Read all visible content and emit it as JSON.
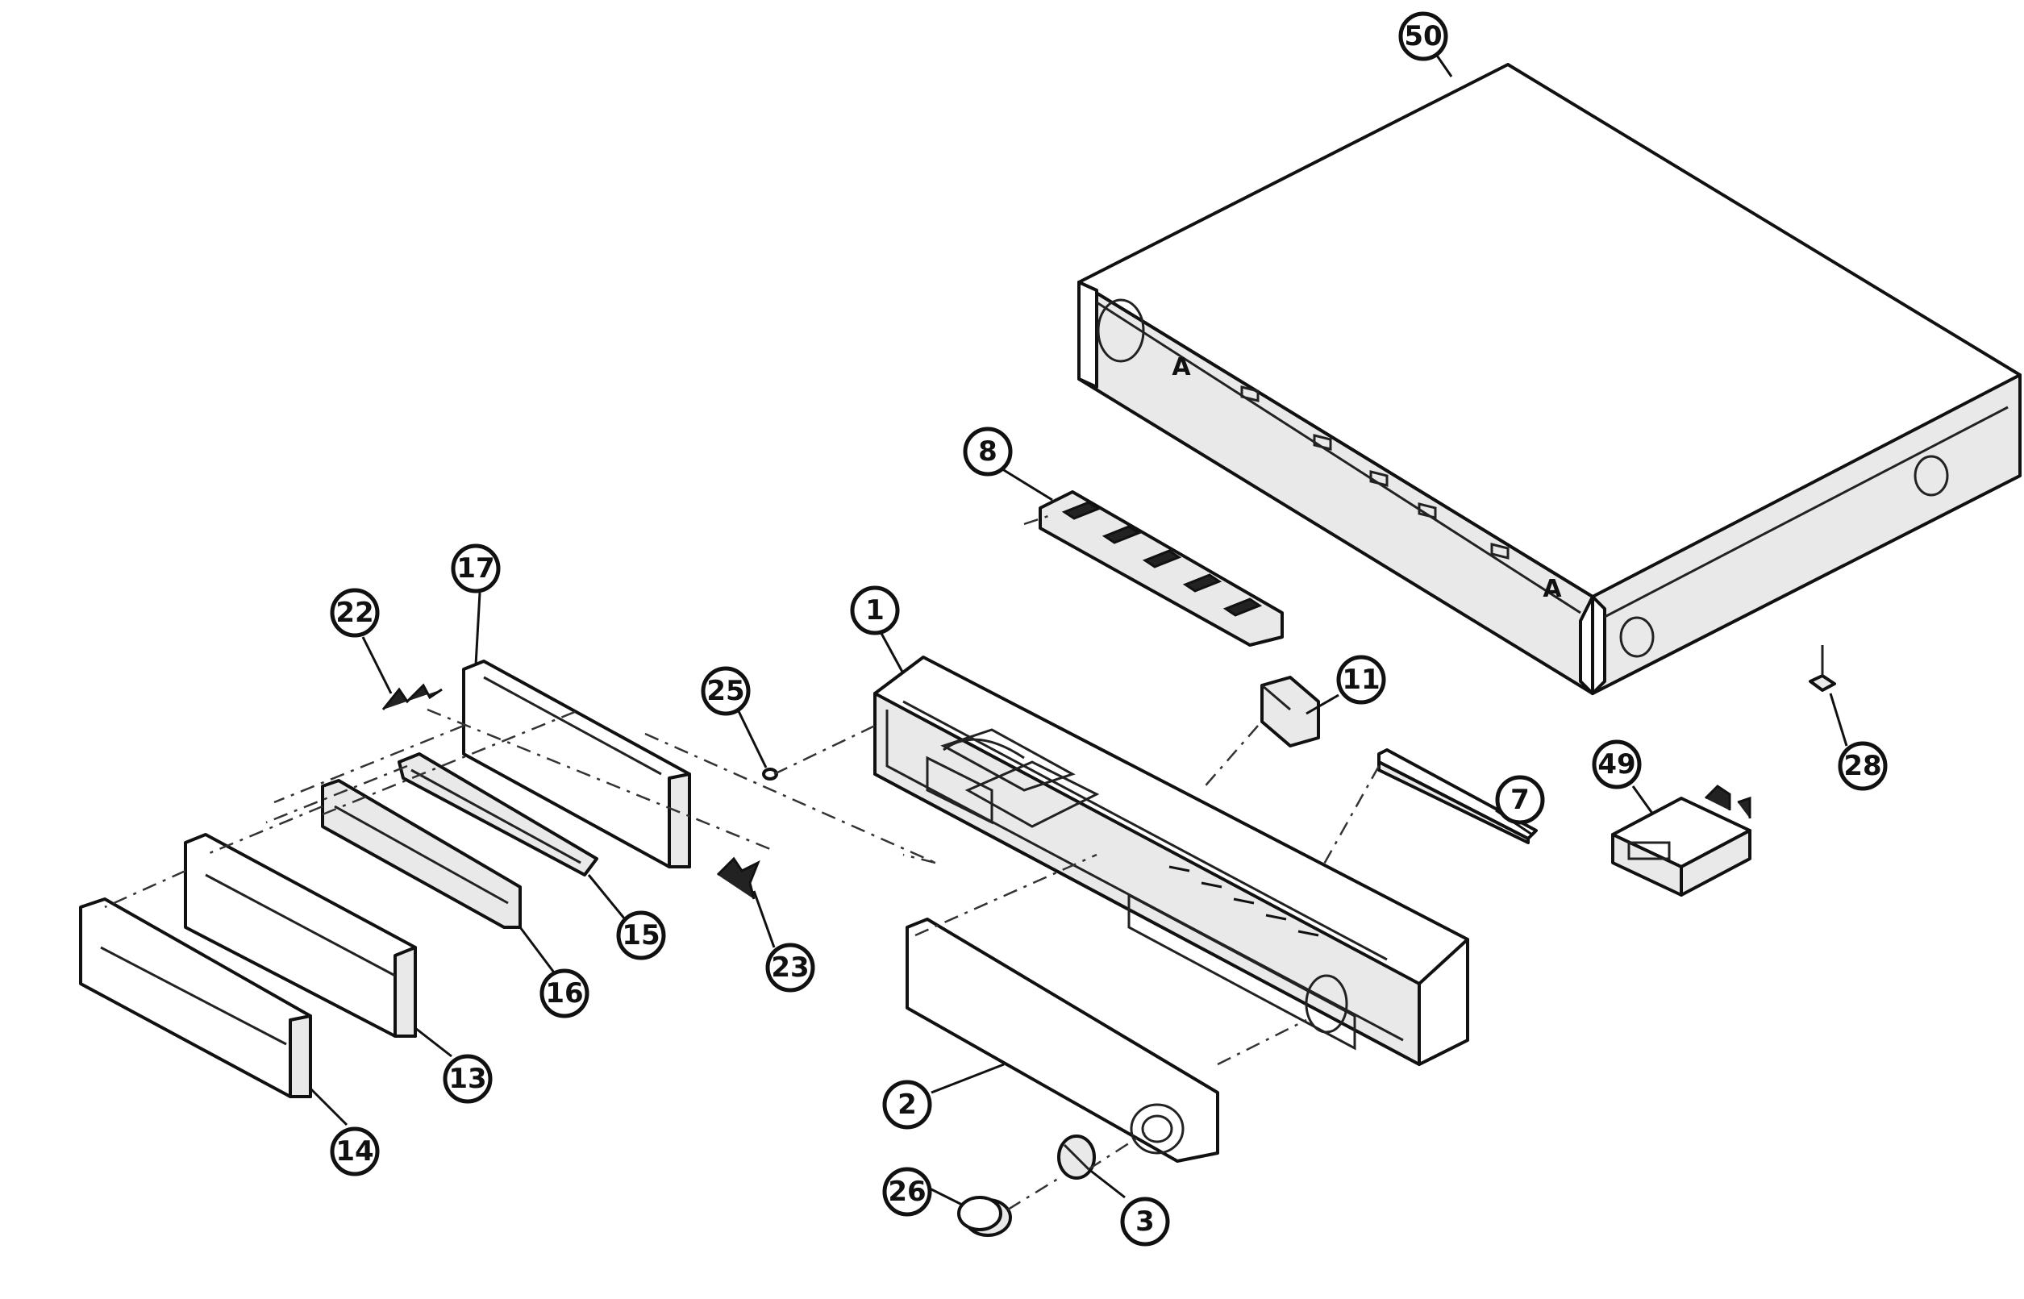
{
  "callouts": [
    {
      "id": "50",
      "label": "50"
    },
    {
      "id": "8",
      "label": "8"
    },
    {
      "id": "17",
      "label": "17"
    },
    {
      "id": "22",
      "label": "22"
    },
    {
      "id": "1",
      "label": "1"
    },
    {
      "id": "25",
      "label": "25"
    },
    {
      "id": "11",
      "label": "11"
    },
    {
      "id": "7",
      "label": "7"
    },
    {
      "id": "49",
      "label": "49"
    },
    {
      "id": "28",
      "label": "28"
    },
    {
      "id": "15",
      "label": "15"
    },
    {
      "id": "16",
      "label": "16"
    },
    {
      "id": "23",
      "label": "23"
    },
    {
      "id": "13",
      "label": "13"
    },
    {
      "id": "14",
      "label": "14"
    },
    {
      "id": "2",
      "label": "2"
    },
    {
      "id": "3",
      "label": "3"
    },
    {
      "id": "26",
      "label": "26"
    }
  ],
  "markers": {
    "a_left": "A",
    "a_right": "A"
  }
}
